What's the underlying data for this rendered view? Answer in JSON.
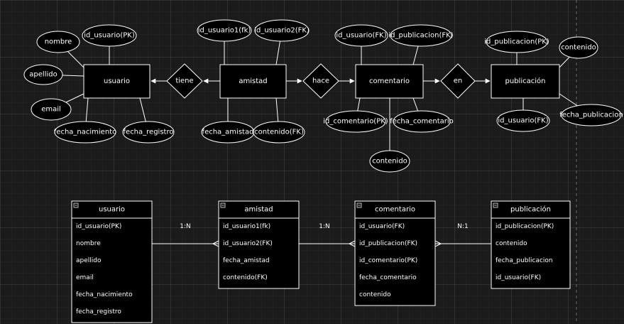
{
  "colors": {
    "stroke": "#ffffff",
    "entity_fill": "#000000",
    "attr_fill": "#000000",
    "background": "#1b1b1b"
  },
  "er": {
    "entities": {
      "usuario": "usuario",
      "amistad": "amistad",
      "comentario": "comentario",
      "publicacion": "publicación"
    },
    "relations": {
      "tiene": "tiene",
      "hace": "hace",
      "en": "en"
    },
    "attributes": {
      "u_id": "id_usuario(PK)",
      "u_nombre": "nombre",
      "u_apellido": "apellido",
      "u_email": "email",
      "u_nac": "fecha_nacimiento",
      "u_reg": "fecha_registro",
      "a_id1": "id_usuario1(fk)",
      "a_id2": "id_usuario2(FK)",
      "a_fecha": "fecha_amistad",
      "a_cont": "contenido(FK)",
      "c_iduser": "id_usuario(FK)",
      "c_idpub": "id_publicacion(FK)",
      "c_idcom": "id_comentario(PK)",
      "c_fecha": "fecha_comentario",
      "c_cont": "contenido",
      "p_id": "id_publicacion(PK)",
      "p_cont": "contenido",
      "p_iduser": "id_usuario(FK)",
      "p_fecha": "fecha_publicacion"
    }
  },
  "tables": {
    "usuario": {
      "title": "usuario",
      "fields": [
        "id_usuario(PK)",
        "nombre",
        "apellido",
        "email",
        "fecha_nacimiento",
        "fecha_registro"
      ]
    },
    "amistad": {
      "title": "amistad",
      "fields": [
        "id_usuario1(fk)",
        "id_usuario2(FK)",
        "fecha_amistad",
        "contenido(FK)"
      ]
    },
    "comentario": {
      "title": "comentario",
      "fields": [
        "id_usuario(FK)",
        "id_publicacion(FK)",
        "id_comentario(PK)",
        "fecha_comentario",
        "contenido"
      ]
    },
    "publicacion": {
      "title": "publicación",
      "fields": [
        "id_publicacion(PK)",
        "contenido",
        "fecha_publicacion",
        "id_usuario(FK)"
      ]
    }
  },
  "cardinalities": {
    "usuario_amistad": "1:N",
    "amistad_comentario": "1:N",
    "comentario_publicacion": "N:1"
  }
}
